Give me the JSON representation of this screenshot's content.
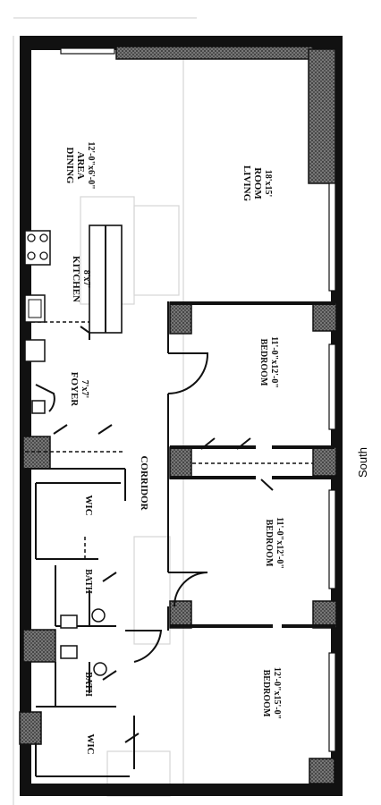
{
  "rooms": {
    "dining": {
      "name_line1": "DINING",
      "name_line2": "AREA",
      "size": "12'-0\"x6'-0\""
    },
    "living": {
      "name_line1": "LIVING",
      "name_line2": "ROOM",
      "size": "18'x15'"
    },
    "kitchen": {
      "name": "KITCHEN",
      "size": "8'x7'"
    },
    "foyer": {
      "name": "FOYER",
      "size": "7'x7'"
    },
    "corridor": {
      "name": "CORRIDOR"
    },
    "wic_upper": {
      "name": "WIC"
    },
    "wic_lower": {
      "name": "WIC"
    },
    "bath_upper": {
      "name": "BATH"
    },
    "bath_lower": {
      "name": "BATH"
    },
    "bedroom1": {
      "name": "BEDROOM",
      "size": "11'-0\"x12'-0\""
    },
    "bedroom2": {
      "name": "BEDROOM",
      "size": "11'-0\"x12'-0\""
    },
    "bedroom3": {
      "name": "BEDROOM",
      "size": "12'-0\"x15'-0\""
    }
  },
  "orientation": {
    "label": "South"
  }
}
